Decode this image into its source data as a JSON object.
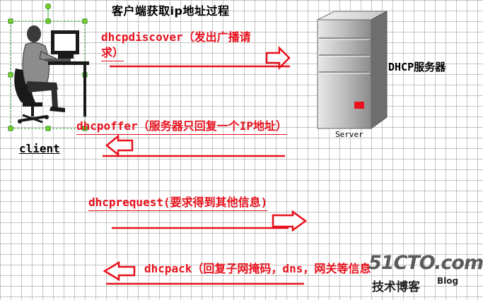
{
  "diagram": {
    "title": "客户端获取ip地址过程",
    "client_label": "client",
    "server_label": "DHCP服务器",
    "server_caption": "Server",
    "messages": [
      {
        "line1": "dhcpdiscover（发出广播请",
        "line2": "求）",
        "direction": "to-server"
      },
      {
        "line1": "dhcpoffer（服务器只回复一个IP地址）",
        "direction": "to-client"
      },
      {
        "line1": "dhcprequest(要求得到其他信息)",
        "direction": "to-server"
      },
      {
        "line1": "dhcpack（回复子网掩码，dns，网关等信息",
        "direction": "to-client"
      }
    ]
  },
  "watermark": {
    "site": "51CTO.com",
    "sub": "技术博客",
    "blog": "Blog"
  },
  "colors": {
    "message": "#e8101c",
    "arrow_fill": "#ffffff",
    "arrow_stroke": "#e8101c",
    "selection": "#3aa53a",
    "text": "#000000"
  }
}
